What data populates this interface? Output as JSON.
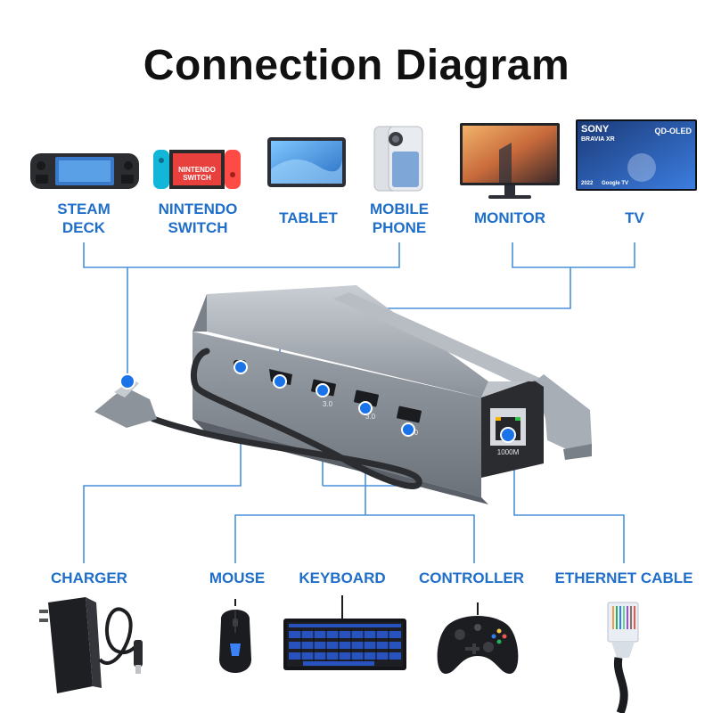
{
  "title": "Connection Diagram",
  "colors": {
    "accent": "#1f6ec9",
    "wire": "#4a8fdc",
    "hub_body": "#8e949c"
  },
  "top_devices": [
    {
      "id": "steam-deck",
      "label_lines": [
        "STEAM",
        "DECK"
      ],
      "icon": "steam-deck-icon"
    },
    {
      "id": "nintendo-switch",
      "label_lines": [
        "NINTENDO",
        "SWITCH"
      ],
      "icon": "nintendo-switch-icon"
    },
    {
      "id": "tablet",
      "label_lines": [
        "TABLET"
      ],
      "icon": "tablet-icon"
    },
    {
      "id": "mobile-phone",
      "label_lines": [
        "MOBILE",
        "PHONE"
      ],
      "icon": "mobile-phone-icon"
    },
    {
      "id": "monitor",
      "label_lines": [
        "MONITOR"
      ],
      "icon": "monitor-icon"
    },
    {
      "id": "tv",
      "label_lines": [
        "TV"
      ],
      "icon": "tv-icon"
    }
  ],
  "bottom_devices": [
    {
      "id": "charger",
      "label": "CHARGER",
      "icon": "charger-icon"
    },
    {
      "id": "mouse",
      "label": "MOUSE",
      "icon": "mouse-icon"
    },
    {
      "id": "keyboard",
      "label": "KEYBOARD",
      "icon": "keyboard-icon"
    },
    {
      "id": "controller",
      "label": "CONTROLLER",
      "icon": "controller-icon"
    },
    {
      "id": "ethernet-cable",
      "label": "ETHERNET CABLE",
      "icon": "ethernet-cable-icon"
    }
  ],
  "tv_screen_text": {
    "brand": "SONY",
    "model": "BRAVIA XR",
    "panel": "QD-OLED",
    "year": "2022",
    "badge": "Google TV"
  },
  "hub_text": {
    "usb_label": "3.0",
    "ethernet_label": "1000M"
  }
}
